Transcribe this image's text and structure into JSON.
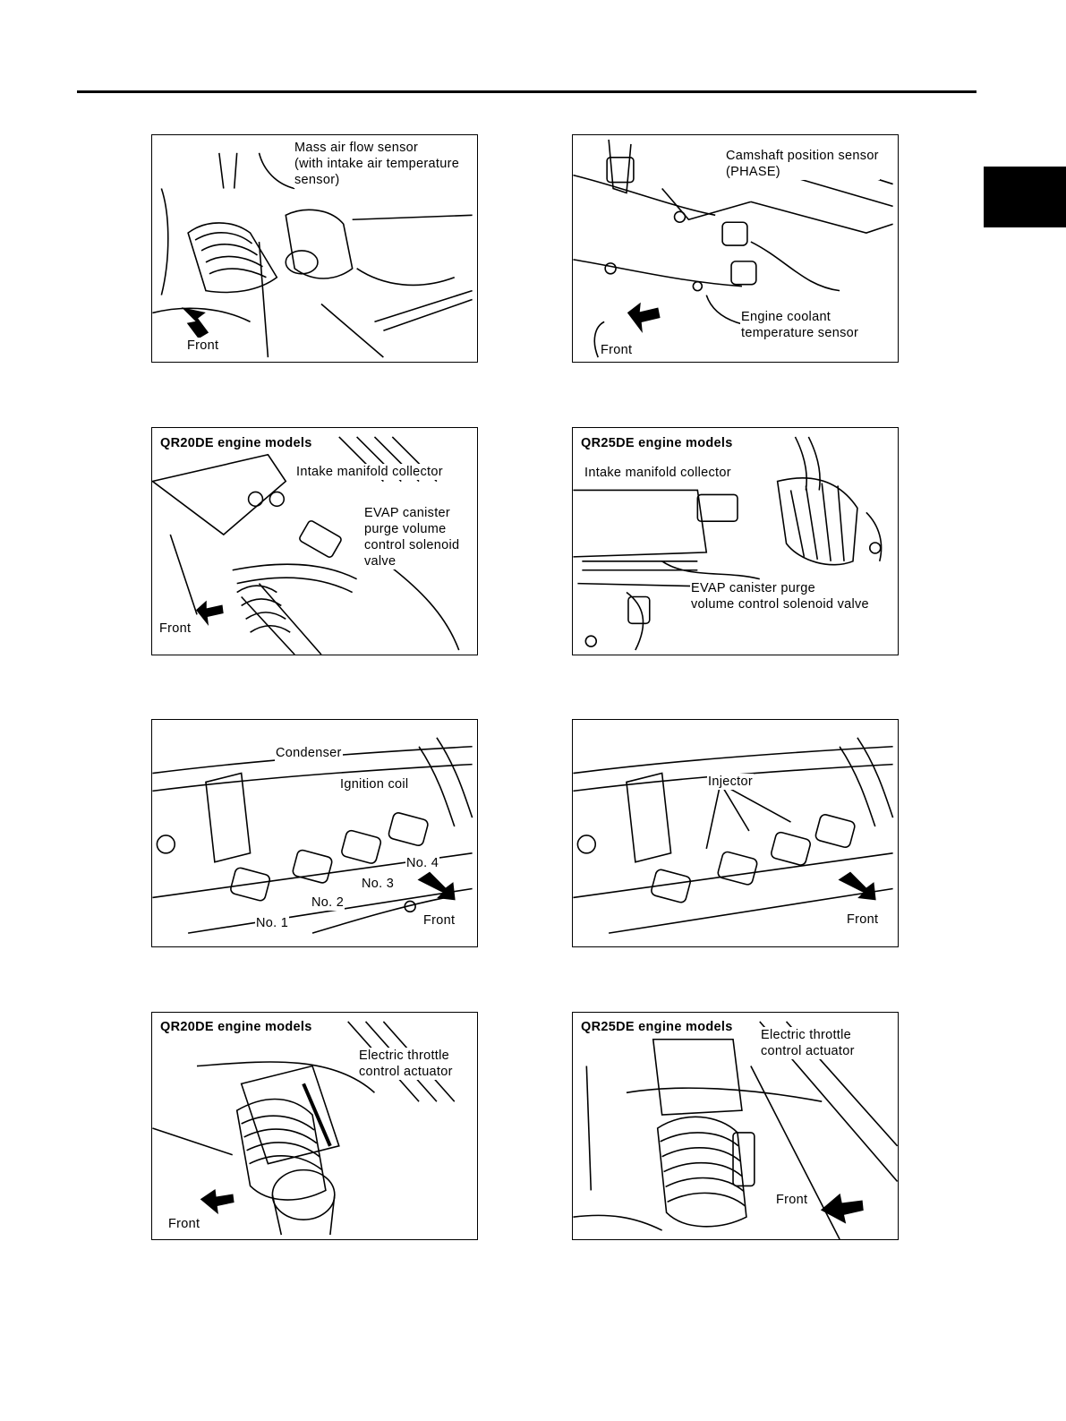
{
  "figures": [
    {
      "labels": {
        "a": "Mass air flow sensor\n(with intake air temperature\nsensor)",
        "front": "Front"
      }
    },
    {
      "labels": {
        "a": "Camshaft position sensor\n(PHASE)",
        "b": "Engine coolant\ntemperature sensor",
        "front": "Front"
      }
    },
    {
      "labels": {
        "title": "QR20DE engine models",
        "a": "Intake manifold collector",
        "b": "EVAP canister\npurge volume\ncontrol solenoid\nvalve",
        "front": "Front"
      }
    },
    {
      "labels": {
        "title": "QR25DE engine models",
        "a": "Intake manifold collector",
        "b": "EVAP canister purge\nvolume control solenoid valve"
      }
    },
    {
      "labels": {
        "a": "Condenser",
        "b": "Ignition coil",
        "n1": "No. 1",
        "n2": "No. 2",
        "n3": "No. 3",
        "n4": "No. 4",
        "front": "Front"
      }
    },
    {
      "labels": {
        "a": "Injector",
        "front": "Front"
      }
    },
    {
      "labels": {
        "title": "QR20DE engine models",
        "a": "Electric throttle\ncontrol actuator",
        "front": "Front"
      }
    },
    {
      "labels": {
        "title": "QR25DE engine models",
        "a": "Electric throttle\ncontrol actuator",
        "front": "Front"
      }
    }
  ]
}
